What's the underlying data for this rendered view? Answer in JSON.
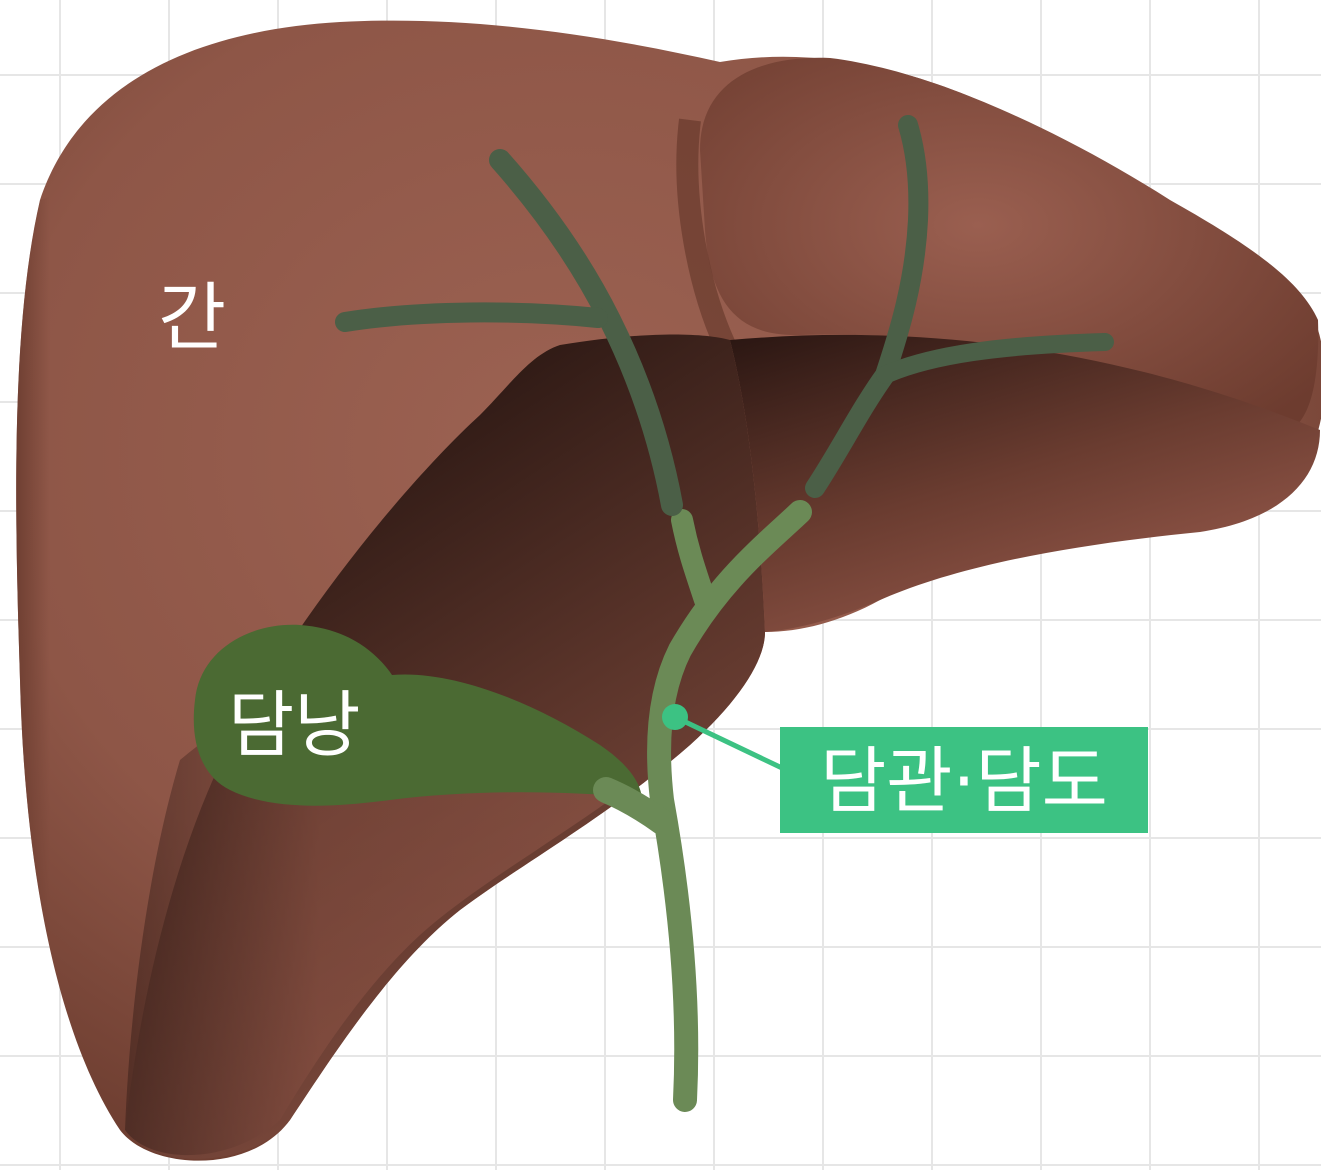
{
  "labels": {
    "liver": "간",
    "gallbladder": "담낭",
    "bile_duct": "담관·담도"
  },
  "colors": {
    "background": "#ffffff",
    "grid": "#e6e6e6",
    "liver_light": "#9a6050",
    "liver_mid": "#8a5445",
    "liver_dark": "#4a2a22",
    "liver_shadow": "#2e1814",
    "gallbladder": "#4b6a33",
    "duct_inner": "#4a5e45",
    "duct_outer": "#6a8a55",
    "callout": "#3cc283",
    "label_text": "#ffffff"
  }
}
